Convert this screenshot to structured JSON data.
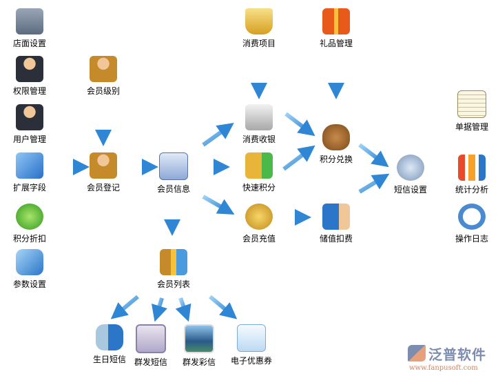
{
  "nodes": {
    "store": "店面设置",
    "perm": "权限管理",
    "user": "用户管理",
    "ext": "扩展字段",
    "disc": "积分折扣",
    "param": "参数设置",
    "level": "会员级别",
    "register": "会员登记",
    "info": "会员信息",
    "list": "会员列表",
    "item": "消费项目",
    "gift": "礼品管理",
    "cashier": "消费收银",
    "quick": "快速积分",
    "recharge": "会员充值",
    "redeem": "积分兑换",
    "deduct": "储值扣费",
    "sms": "短信设置",
    "docs": "单据管理",
    "stats": "统计分析",
    "log": "操作日志",
    "bday": "生日短信",
    "mass_sms": "群发短信",
    "mms": "群发彩信",
    "coupon": "电子优惠券"
  },
  "logo": {
    "name": "泛普软件",
    "url": "www.fanpusoft.com"
  },
  "colors": {
    "arrow": "#3a8fd8",
    "arrow_light": "#8cc7f2"
  }
}
